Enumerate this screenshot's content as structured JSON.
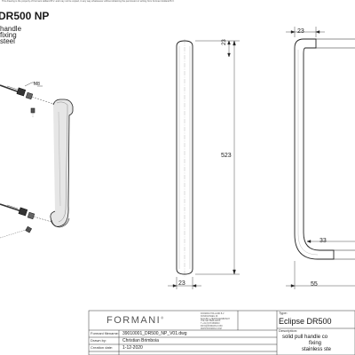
{
  "copyright_notice": "This drawing is the property of Formani Holland B.V. and may not be copied, in any way whatsoever without obtaining the permission in writing from Formani Holland B.V.",
  "product": {
    "title_fragment": "DR500 NP",
    "subtitle_lines": [
      "handle",
      "fixing",
      "steel"
    ]
  },
  "exploded_view": {
    "thread_label": "M8"
  },
  "side_view": {
    "length_label": "523",
    "width_label": "23",
    "top_dim_label": "23"
  },
  "front_view": {
    "top_width_label": "23",
    "inner_dim_label": "33",
    "depth_label": "55"
  },
  "title_block": {
    "logo_text": "FORMANI",
    "logo_mark": "®",
    "company_lines": [
      "FORMANI HOLLAND B.V.",
      "KONINGSWEG 26",
      "5211 BR 's-HERTOGENBOSCH",
      "THE NETHERLANDS",
      "T +31 (0)73 6890810",
      "INFO@FORMANI.COM",
      "WWW.FORMANI.COM"
    ],
    "filename_label": "Formani filename:",
    "filename_value": "39010001_DR500_NP_V01.dwg",
    "drawn_label": "Drawn by:",
    "drawn_value": "Christian Brimboia",
    "date_label": "Creation date:",
    "date_value": "1-12-2020",
    "type_label": "Type:",
    "type_value": "Eclipse DR500",
    "description_label": "Description:",
    "description_lines": [
      "solid pull handle co",
      "fixing",
      "stainless ste"
    ]
  }
}
